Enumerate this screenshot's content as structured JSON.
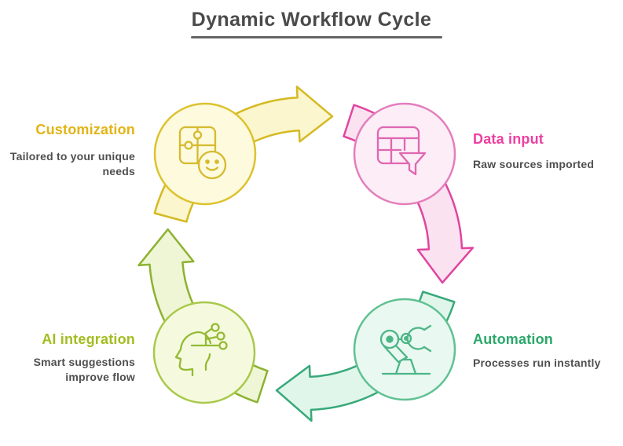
{
  "title": {
    "text": "Dynamic Workflow Cycle",
    "color": "#4a4a4a"
  },
  "description_color": "#4f4f4f",
  "background_color": "#ffffff",
  "steps": [
    {
      "name": "customization",
      "label": "Customization",
      "description": "Tailored to your unique needs",
      "position": "top-left",
      "icon": "puzzle-smiley-icon",
      "label_color": "#e2b414",
      "node_fill": "#fdfadd",
      "node_stroke": "#ddc22e",
      "icon_stroke": "#d6ba30",
      "arrow_fill": "#fbf6cd",
      "arrow_stroke": "#d5b922"
    },
    {
      "name": "data-input",
      "label": "Data input",
      "description": "Raw sources imported",
      "position": "top-right",
      "icon": "table-filter-icon",
      "label_color": "#ee3fa0",
      "node_fill": "#fcedf7",
      "node_stroke": "#e47ebc",
      "icon_stroke": "#df67b0",
      "arrow_fill": "#fbe2f1",
      "arrow_stroke": "#e0459f"
    },
    {
      "name": "automation",
      "label": "Automation",
      "description": "Processes run instantly",
      "position": "bottom-right",
      "icon": "robot-arm-icon",
      "label_color": "#2aa86a",
      "node_fill": "#e9f8f0",
      "node_stroke": "#5fc192",
      "icon_stroke": "#4cb586",
      "arrow_fill": "#e1f6ea",
      "arrow_stroke": "#37a97a"
    },
    {
      "name": "ai-integration",
      "label": "AI integration",
      "description": "Smart suggestions improve flow",
      "position": "bottom-left",
      "icon": "head-circuit-icon",
      "label_color": "#a3bd20",
      "node_fill": "#f5fadf",
      "node_stroke": "#a8c94a",
      "icon_stroke": "#94ba33",
      "arrow_fill": "#eff6d6",
      "arrow_stroke": "#8db230"
    }
  ]
}
